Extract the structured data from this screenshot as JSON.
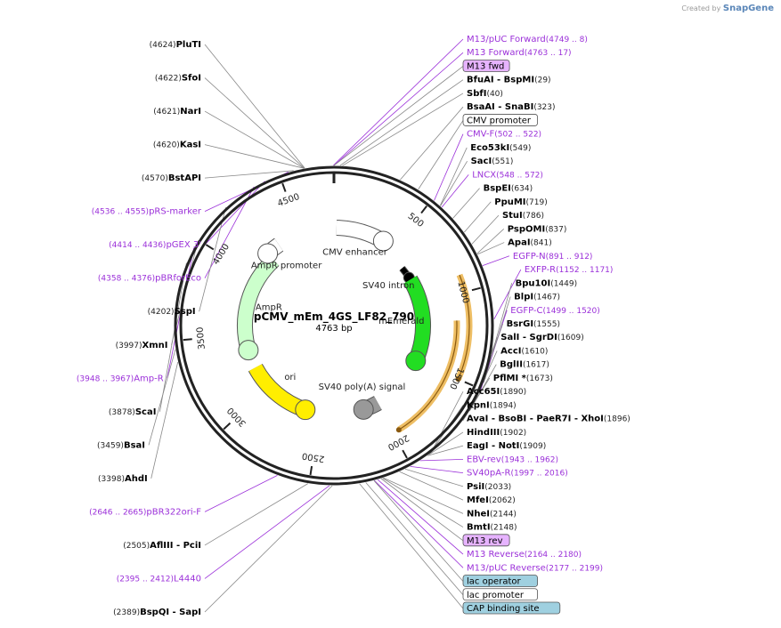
{
  "credit": {
    "prefix": "Created by",
    "brand": "SnapGene"
  },
  "plasmid": {
    "name": "pCMV_mEm_4GS_LF82_790",
    "size": "4763 bp",
    "length": 4763
  },
  "scale_ticks": [
    {
      "label": "500",
      "pos": 500
    },
    {
      "label": "1000",
      "pos": 1000
    },
    {
      "label": "1500",
      "pos": 1500
    },
    {
      "label": "2000",
      "pos": 2000
    },
    {
      "label": "2500",
      "pos": 2500
    },
    {
      "label": "3000",
      "pos": 3000
    },
    {
      "label": "3500",
      "pos": 3500
    },
    {
      "label": "4000",
      "pos": 4000
    },
    {
      "label": "4500",
      "pos": 4500
    }
  ],
  "features": [
    {
      "name": "CMV enhancer",
      "start": 20,
      "end": 400,
      "strand": 1,
      "color": "#ffffff",
      "label_on_map": true
    },
    {
      "name": "SV40 intron",
      "start": 660,
      "end": 760,
      "strand": 1,
      "color": "#000000",
      "label_on_map": true
    },
    {
      "name": "mEmerald",
      "start": 780,
      "end": 1500,
      "strand": 1,
      "color": "#22dd22",
      "label_on_map": true
    },
    {
      "name": "SV40 poly(A) signal",
      "start": 1990,
      "end": 2125,
      "strand": 1,
      "color": "#999999",
      "label_on_map": true
    },
    {
      "name": "ori",
      "start": 2630,
      "end": 3200,
      "strand": -1,
      "color": "#ffee00",
      "label_on_map": true
    },
    {
      "name": "AmpR",
      "start": 3360,
      "end": 4200,
      "strand": -1,
      "color": "#ccffcc",
      "label_on_map": true
    },
    {
      "name": "AmpR promoter",
      "start": 4200,
      "end": 4310,
      "strand": -1,
      "color": "#ffffff",
      "label_on_map": true
    }
  ],
  "outer_arcs": [
    {
      "name": "EGFP outer",
      "start": 900,
      "end": 1500,
      "color": "#e8a830"
    },
    {
      "name": "EGFP outer 2",
      "start": 1160,
      "end": 1960,
      "color": "#e8a830"
    }
  ],
  "labels": [
    {
      "text": "M13 Forward",
      "range": "(4763 .. 17)",
      "kind": "primer",
      "pos": 4763
    },
    {
      "text": "M13/pUC Forward",
      "range": "(4749 .. 8)",
      "kind": "primer",
      "pos": 4760
    },
    {
      "text": "PluTI",
      "num": "(4624)",
      "kind": "site",
      "pos": 4624
    },
    {
      "text": "SfoI",
      "num": "(4622)",
      "kind": "site",
      "pos": 4622
    },
    {
      "text": "NarI",
      "num": "(4621)",
      "kind": "site",
      "pos": 4621
    },
    {
      "text": "KasI",
      "num": "(4620)",
      "kind": "site",
      "pos": 4620
    },
    {
      "text": "BstAPI",
      "num": "(4570)",
      "kind": "site",
      "pos": 4570
    },
    {
      "text": "pRS-marker",
      "range": "(4536 .. 4555)",
      "kind": "primer",
      "pos": 4545
    },
    {
      "text": "pGEX 3'",
      "range": "(4414 .. 4436)",
      "kind": "primer",
      "pos": 4425
    },
    {
      "text": "pBRforEco",
      "range": "(4358 .. 4376)",
      "kind": "primer",
      "pos": 4367
    },
    {
      "text": "SspI",
      "num": "(4202)",
      "kind": "site",
      "pos": 4202
    },
    {
      "text": "XmnI",
      "num": "(3997)",
      "kind": "site",
      "pos": 3997
    },
    {
      "text": "Amp-R",
      "range": "(3948 .. 3967)",
      "kind": "primer",
      "pos": 3957
    },
    {
      "text": "ScaI",
      "num": "(3878)",
      "kind": "site",
      "pos": 3878
    },
    {
      "text": "BsaI",
      "num": "(3459)",
      "kind": "site",
      "pos": 3459
    },
    {
      "text": "AhdI",
      "num": "(3398)",
      "kind": "site",
      "pos": 3398
    },
    {
      "text": "pBR322ori-F",
      "range": "(2646 .. 2665)",
      "kind": "primer",
      "pos": 2655
    },
    {
      "text": "AflIII - PciI",
      "num": "(2505)",
      "kind": "site",
      "pos": 2505
    },
    {
      "text": "L4440",
      "range": "(2395 .. 2412)",
      "kind": "primer",
      "pos": 2403
    },
    {
      "text": "BspQI - SapI",
      "num": "(2389)",
      "kind": "site",
      "pos": 2389
    },
    {
      "text": "M13 fwd",
      "kind": "pill",
      "pos": 0
    },
    {
      "text": "BfuAI - BspMI",
      "num": "(29)",
      "kind": "site",
      "pos": 29
    },
    {
      "text": "SbfI",
      "num": "(40)",
      "kind": "site",
      "pos": 40
    },
    {
      "text": "BsaAI - SnaBI",
      "num": "(323)",
      "kind": "site",
      "pos": 323
    },
    {
      "text": "CMV promoter",
      "kind": "box",
      "pos": 420
    },
    {
      "text": "CMV-F",
      "range": "(502 .. 522)",
      "kind": "primer",
      "pos": 512
    },
    {
      "text": "LNCX",
      "range": "(548 .. 572)",
      "kind": "primer",
      "pos": 560
    },
    {
      "text": "Eco53kI",
      "num": "(549)",
      "kind": "site",
      "pos": 549
    },
    {
      "text": "SacI",
      "num": "(551)",
      "kind": "site",
      "pos": 551
    },
    {
      "text": "BspEI",
      "num": "(634)",
      "kind": "site",
      "pos": 634
    },
    {
      "text": "PpuMI",
      "num": "(719)",
      "kind": "site",
      "pos": 719
    },
    {
      "text": "StuI",
      "num": "(786)",
      "kind": "site",
      "pos": 786
    },
    {
      "text": "PspOMI",
      "num": "(837)",
      "kind": "site",
      "pos": 837
    },
    {
      "text": "ApaI",
      "num": "(841)",
      "kind": "site",
      "pos": 841
    },
    {
      "text": "EGFP-N",
      "range": "(891 .. 912)",
      "kind": "primer",
      "pos": 900
    },
    {
      "text": "EXFP-R",
      "range": "(1152 .. 1171)",
      "kind": "primer",
      "pos": 1160
    },
    {
      "text": "Bpu10I",
      "num": "(1449)",
      "kind": "site",
      "pos": 1449
    },
    {
      "text": "BlpI",
      "num": "(1467)",
      "kind": "site",
      "pos": 1467
    },
    {
      "text": "EGFP-C",
      "range": "(1499 .. 1520)",
      "kind": "primer",
      "pos": 1510
    },
    {
      "text": "BsrGI",
      "num": "(1555)",
      "kind": "site",
      "pos": 1555
    },
    {
      "text": "SalI - SgrDI",
      "num": "(1609)",
      "kind": "site",
      "pos": 1609
    },
    {
      "text": "AccI",
      "num": "(1610)",
      "kind": "site",
      "pos": 1610
    },
    {
      "text": "BglII",
      "num": "(1617)",
      "kind": "site",
      "pos": 1617
    },
    {
      "text": "PflMI *",
      "num": "(1673)",
      "kind": "site",
      "pos": 1673
    },
    {
      "text": "Acc65I",
      "num": "(1890)",
      "kind": "site",
      "pos": 1890
    },
    {
      "text": "KpnI",
      "num": "(1894)",
      "kind": "site",
      "pos": 1894
    },
    {
      "text": "AvaI - BsoBI - PaeR7I - XhoI",
      "num": "(1896)",
      "kind": "site",
      "pos": 1896
    },
    {
      "text": "HindIII",
      "num": "(1902)",
      "kind": "site",
      "pos": 1902
    },
    {
      "text": "EagI - NotI",
      "num": "(1909)",
      "kind": "site",
      "pos": 1909
    },
    {
      "text": "EBV-rev",
      "range": "(1943 .. 1962)",
      "kind": "primer",
      "pos": 1952
    },
    {
      "text": "SV40pA-R",
      "range": "(1997 .. 2016)",
      "kind": "primer",
      "pos": 2006
    },
    {
      "text": "PsiI",
      "num": "(2033)",
      "kind": "site",
      "pos": 2033
    },
    {
      "text": "MfeI",
      "num": "(2062)",
      "kind": "site",
      "pos": 2062
    },
    {
      "text": "NheI",
      "num": "(2144)",
      "kind": "site",
      "pos": 2144
    },
    {
      "text": "BmtI",
      "num": "(2148)",
      "kind": "site",
      "pos": 2148
    },
    {
      "text": "M13 rev",
      "kind": "pill",
      "pos": 2155
    },
    {
      "text": "M13 Reverse",
      "range": "(2164 .. 2180)",
      "kind": "primer",
      "pos": 2172
    },
    {
      "text": "lac operator",
      "kind": "bluebox",
      "pos": 2190
    },
    {
      "text": "M13/pUC Reverse",
      "range": "(2177 .. 2199)",
      "kind": "primer",
      "pos": 2188
    },
    {
      "text": "lac promoter",
      "kind": "box",
      "pos": 2230
    },
    {
      "text": "CAP binding site",
      "kind": "bluebox",
      "pos": 2260
    }
  ]
}
